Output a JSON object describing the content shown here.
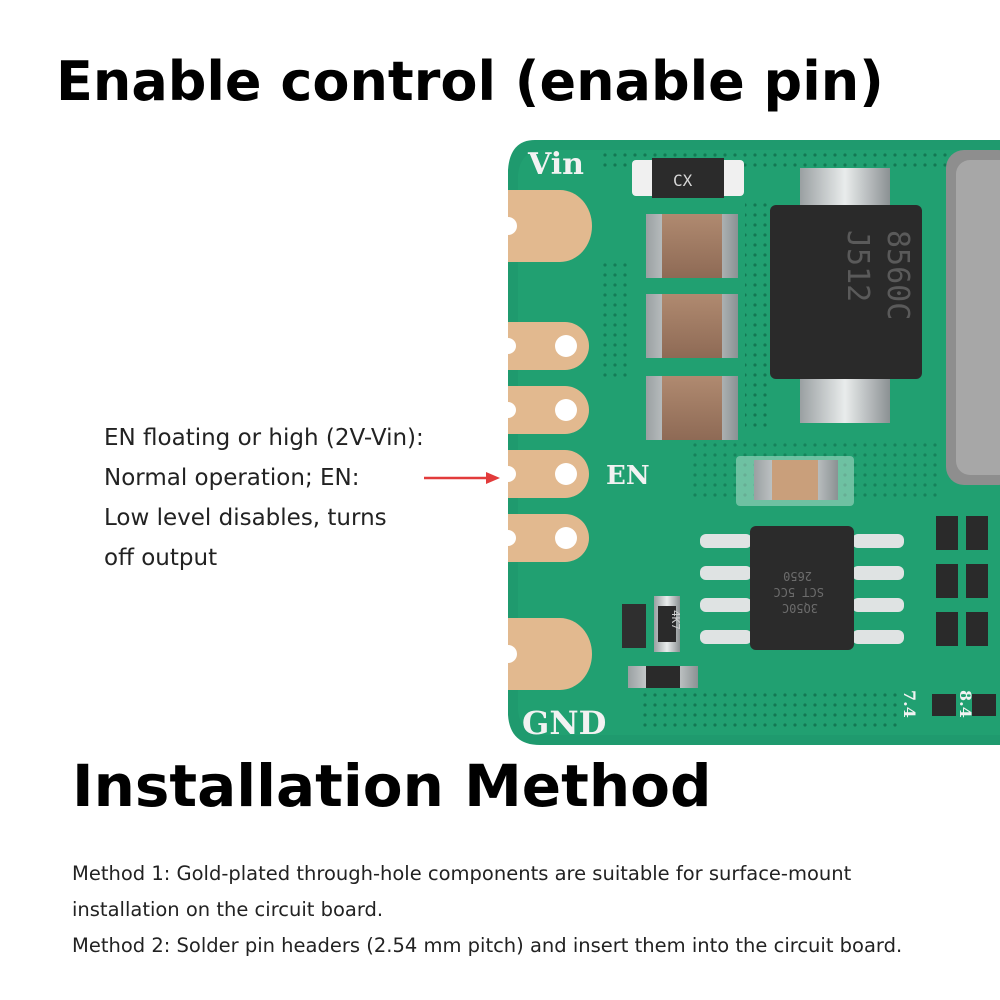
{
  "heading": "Enable control (enable pin)",
  "en_description": [
    "EN floating or high (2V-Vin):",
    "Normal operation; EN:",
    "Low level disables, turns",
    "off output"
  ],
  "board_labels": {
    "vin": "Vin",
    "en": "EN",
    "gnd": "GND",
    "cap_marking": "CX",
    "diode_marking_1": "J512",
    "diode_marking_2": "8560C",
    "ic_marking_1": "2650",
    "ic_marking_2": "SCT 5CC",
    "ic_marking_3": "3Q50C",
    "resistor_marking": "4K7",
    "edge_mark_1": "7.4",
    "edge_mark_2": "8.4"
  },
  "section_title": "Installation Method",
  "methods": [
    "Method 1: Gold-plated through-hole components are suitable for surface-mount",
    "installation on the circuit board.",
    "Method 2: Solder pin headers (2.54 mm pitch) and insert them into the circuit board."
  ],
  "colors": {
    "pcb_green": "#1f9a6e",
    "gold_pad": "#e2b98f",
    "arrow_red": "#e23b3b"
  }
}
